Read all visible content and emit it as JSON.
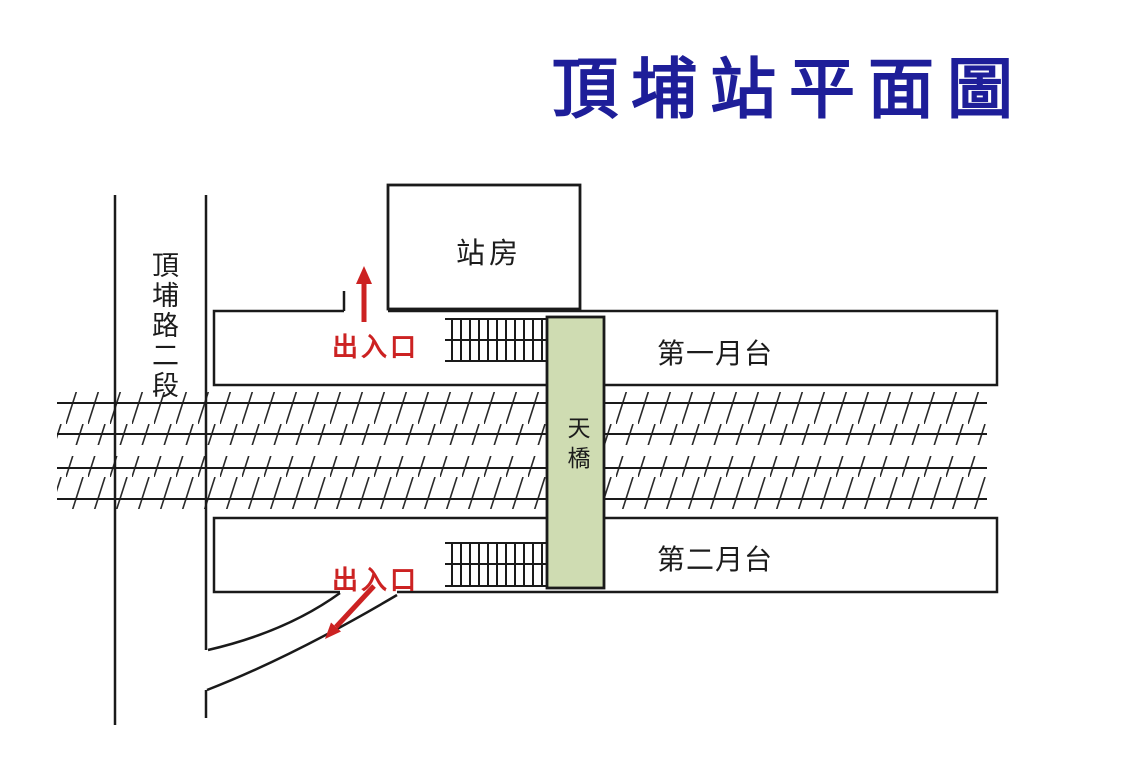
{
  "title": {
    "text": "頂埔站平面圖"
  },
  "road": {
    "name": "頂埔路二段"
  },
  "station_house": {
    "label": "站房"
  },
  "platform_1": {
    "label": "第一月台"
  },
  "platform_2": {
    "label": "第二月台"
  },
  "footbridge": {
    "label": "天橋"
  },
  "entrance_north": {
    "label": "出入口"
  },
  "entrance_south": {
    "label": "出入口"
  },
  "tracks": {
    "band_count": 2
  },
  "colors": {
    "title_navy": "#1e1e99",
    "line_black": "#1a1a1a",
    "accent_red": "#cc2222",
    "bridge_fill": "#cfdcb2",
    "background": "#ffffff"
  }
}
